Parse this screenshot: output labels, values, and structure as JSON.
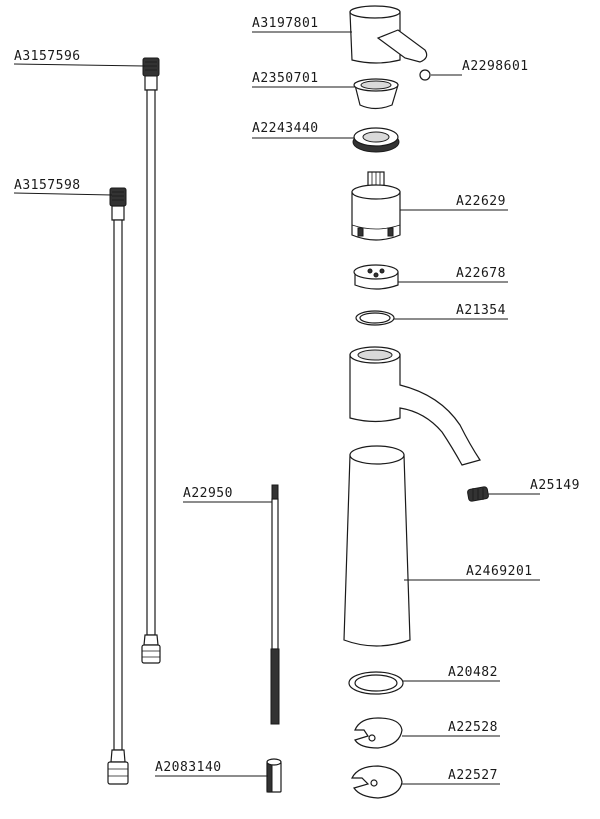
{
  "parts": {
    "handle": "A3197801",
    "screw": "A2298601",
    "cap_ring": "A2350701",
    "nut_ring": "A2243440",
    "cartridge": "A22629",
    "base_disc": "A22678",
    "o_ring_upper": "A21354",
    "spout_screw": "A25149",
    "body": "A2469201",
    "hose_long": "A3157596",
    "hose_short": "A3157598",
    "threaded_rod": "A22950",
    "nut": "A2083140",
    "washer": "A20482",
    "clip_upper": "A22528",
    "clip_lower": "A22527"
  }
}
